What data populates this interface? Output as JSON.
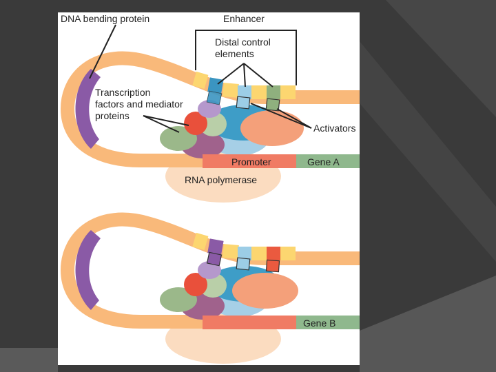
{
  "labels": {
    "dna_bending_protein": "DNA bending protein",
    "enhancer": "Enhancer",
    "distal_control_line1": "Distal control",
    "distal_control_line2": "elements",
    "tf_line1": "Transcription",
    "tf_line2": "factors and mediator",
    "tf_line3": "proteins",
    "activators": "Activators",
    "promoter_top": "Promoter",
    "gene_a": "Gene A",
    "rna_polymerase": "RNA polymerase",
    "gene_b": "Gene B"
  },
  "colors": {
    "dna": "#f9b97a",
    "enhancer_yellow": "#fcd670",
    "bending_protein": "#8a5aa6",
    "site_blue": "#3b95c1",
    "site_lightblue": "#9ccde6",
    "site_green": "#8fb07e",
    "site_red": "#ea5a3f",
    "promoter": "#f07b64",
    "gene": "#8fb88d",
    "rna_pol": "#fbdcc0",
    "activator_orange": "#f4a07a",
    "mediator_blue": "#3e9dc7",
    "mediator_lightblue": "#a6cfe6",
    "mediator_red": "#e9503b",
    "mediator_green": "#9bb88a",
    "mediator_mauve": "#a0628c",
    "mediator_lavender": "#b598cc",
    "mediator_sage": "#b9cfa8"
  }
}
